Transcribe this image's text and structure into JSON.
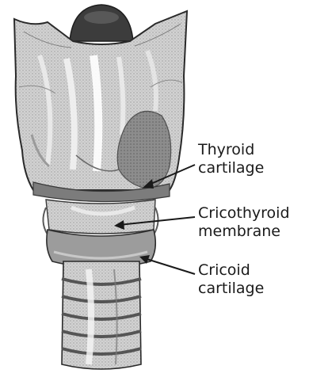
{
  "labels": {
    "thyroid_cartilage": [
      "Thyroid",
      "cartilage"
    ],
    "cricothyroid_membrane": [
      "Cricothyroid",
      "membrane"
    ],
    "cricoid_cartilage": [
      "Cricoid",
      "cartilage"
    ]
  },
  "colors": {
    "tissue_light": "#d8d8d8",
    "tissue_mid": "#a8a8a8",
    "tissue_dark": "#5a5a5a",
    "outline": "#2a2a2a",
    "epiglottis": "#3c3c3c",
    "text": "#1a1a1a"
  }
}
